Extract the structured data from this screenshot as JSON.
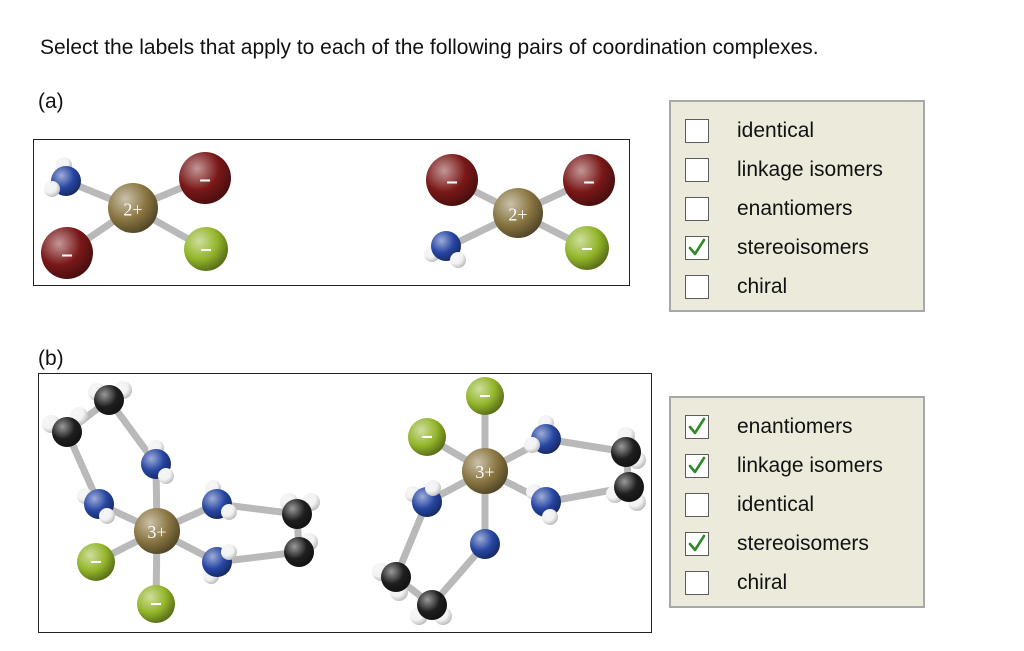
{
  "question": "Select the labels that apply to each of the following pairs of coordination complexes.",
  "parts": [
    {
      "label": "(a)",
      "options": [
        {
          "label": "identical",
          "checked": false
        },
        {
          "label": "linkage isomers",
          "checked": false
        },
        {
          "label": "enantiomers",
          "checked": false
        },
        {
          "label": "stereoisomers",
          "checked": true
        },
        {
          "label": "chiral",
          "checked": false
        }
      ]
    },
    {
      "label": "(b)",
      "options": [
        {
          "label": "enantiomers",
          "checked": true
        },
        {
          "label": "linkage isomers",
          "checked": true
        },
        {
          "label": "identical",
          "checked": false
        },
        {
          "label": "stereoisomers",
          "checked": true
        },
        {
          "label": "chiral",
          "checked": false
        }
      ]
    }
  ],
  "charges": {
    "metal_a": "2+",
    "metal_b": "3+",
    "anion": "–"
  },
  "colors": {
    "metal": "#8a7642",
    "bromide": "#7a1818",
    "chloride": "#93b52a",
    "nitrogen": "#2746a3",
    "carbon": "#1e1e1e",
    "hydrogen": "#f2f2f2",
    "bond": "#b9b9b9",
    "checkmark": "#2f8a2a"
  },
  "icons": {
    "checkbox": "checkbox-icon",
    "check": "checkmark-icon"
  }
}
